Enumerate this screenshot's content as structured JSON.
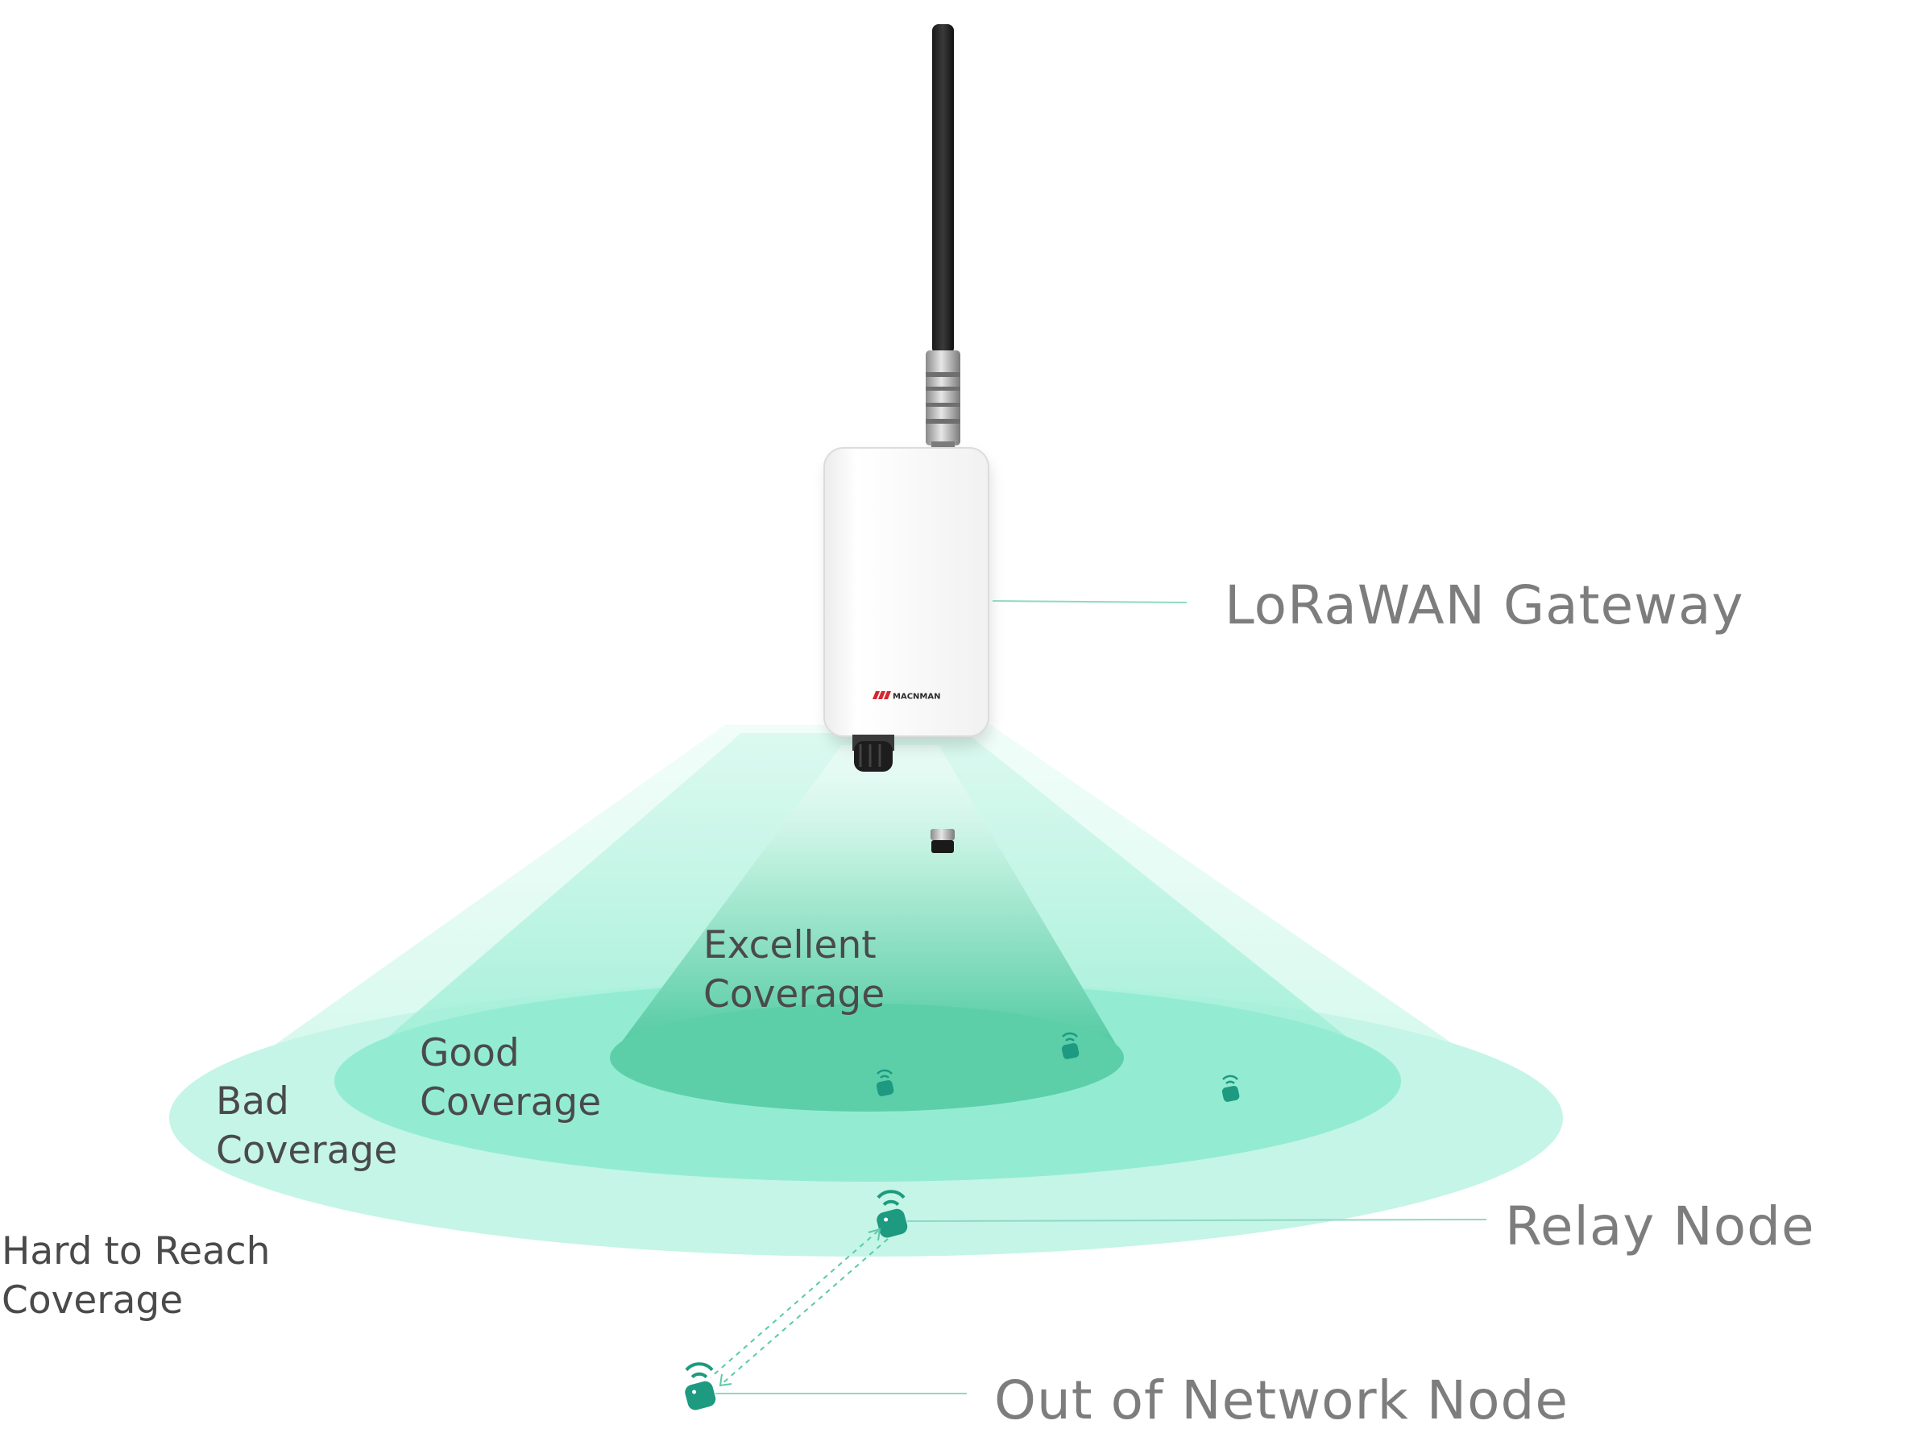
{
  "callouts": {
    "gateway": "LoRaWAN Gateway",
    "relay": "Relay Node",
    "out_of_network": "Out of Network Node"
  },
  "zones": {
    "excellent": {
      "line1": "Excellent",
      "line2": "Coverage"
    },
    "good": {
      "line1": "Good",
      "line2": "Coverage"
    },
    "bad": {
      "line1": "Bad",
      "line2": "Coverage"
    },
    "hard": {
      "line1": "Hard to Reach",
      "line2": "Coverage"
    }
  },
  "gateway_brand": "MACNMAN",
  "colors": {
    "excellent": "#54cfa9",
    "good": "#84e6c9",
    "bad": "#bff4e5",
    "node": "#1d9a80",
    "leader_line": "#8fd9c4",
    "brand_mark": "#d7262d"
  }
}
